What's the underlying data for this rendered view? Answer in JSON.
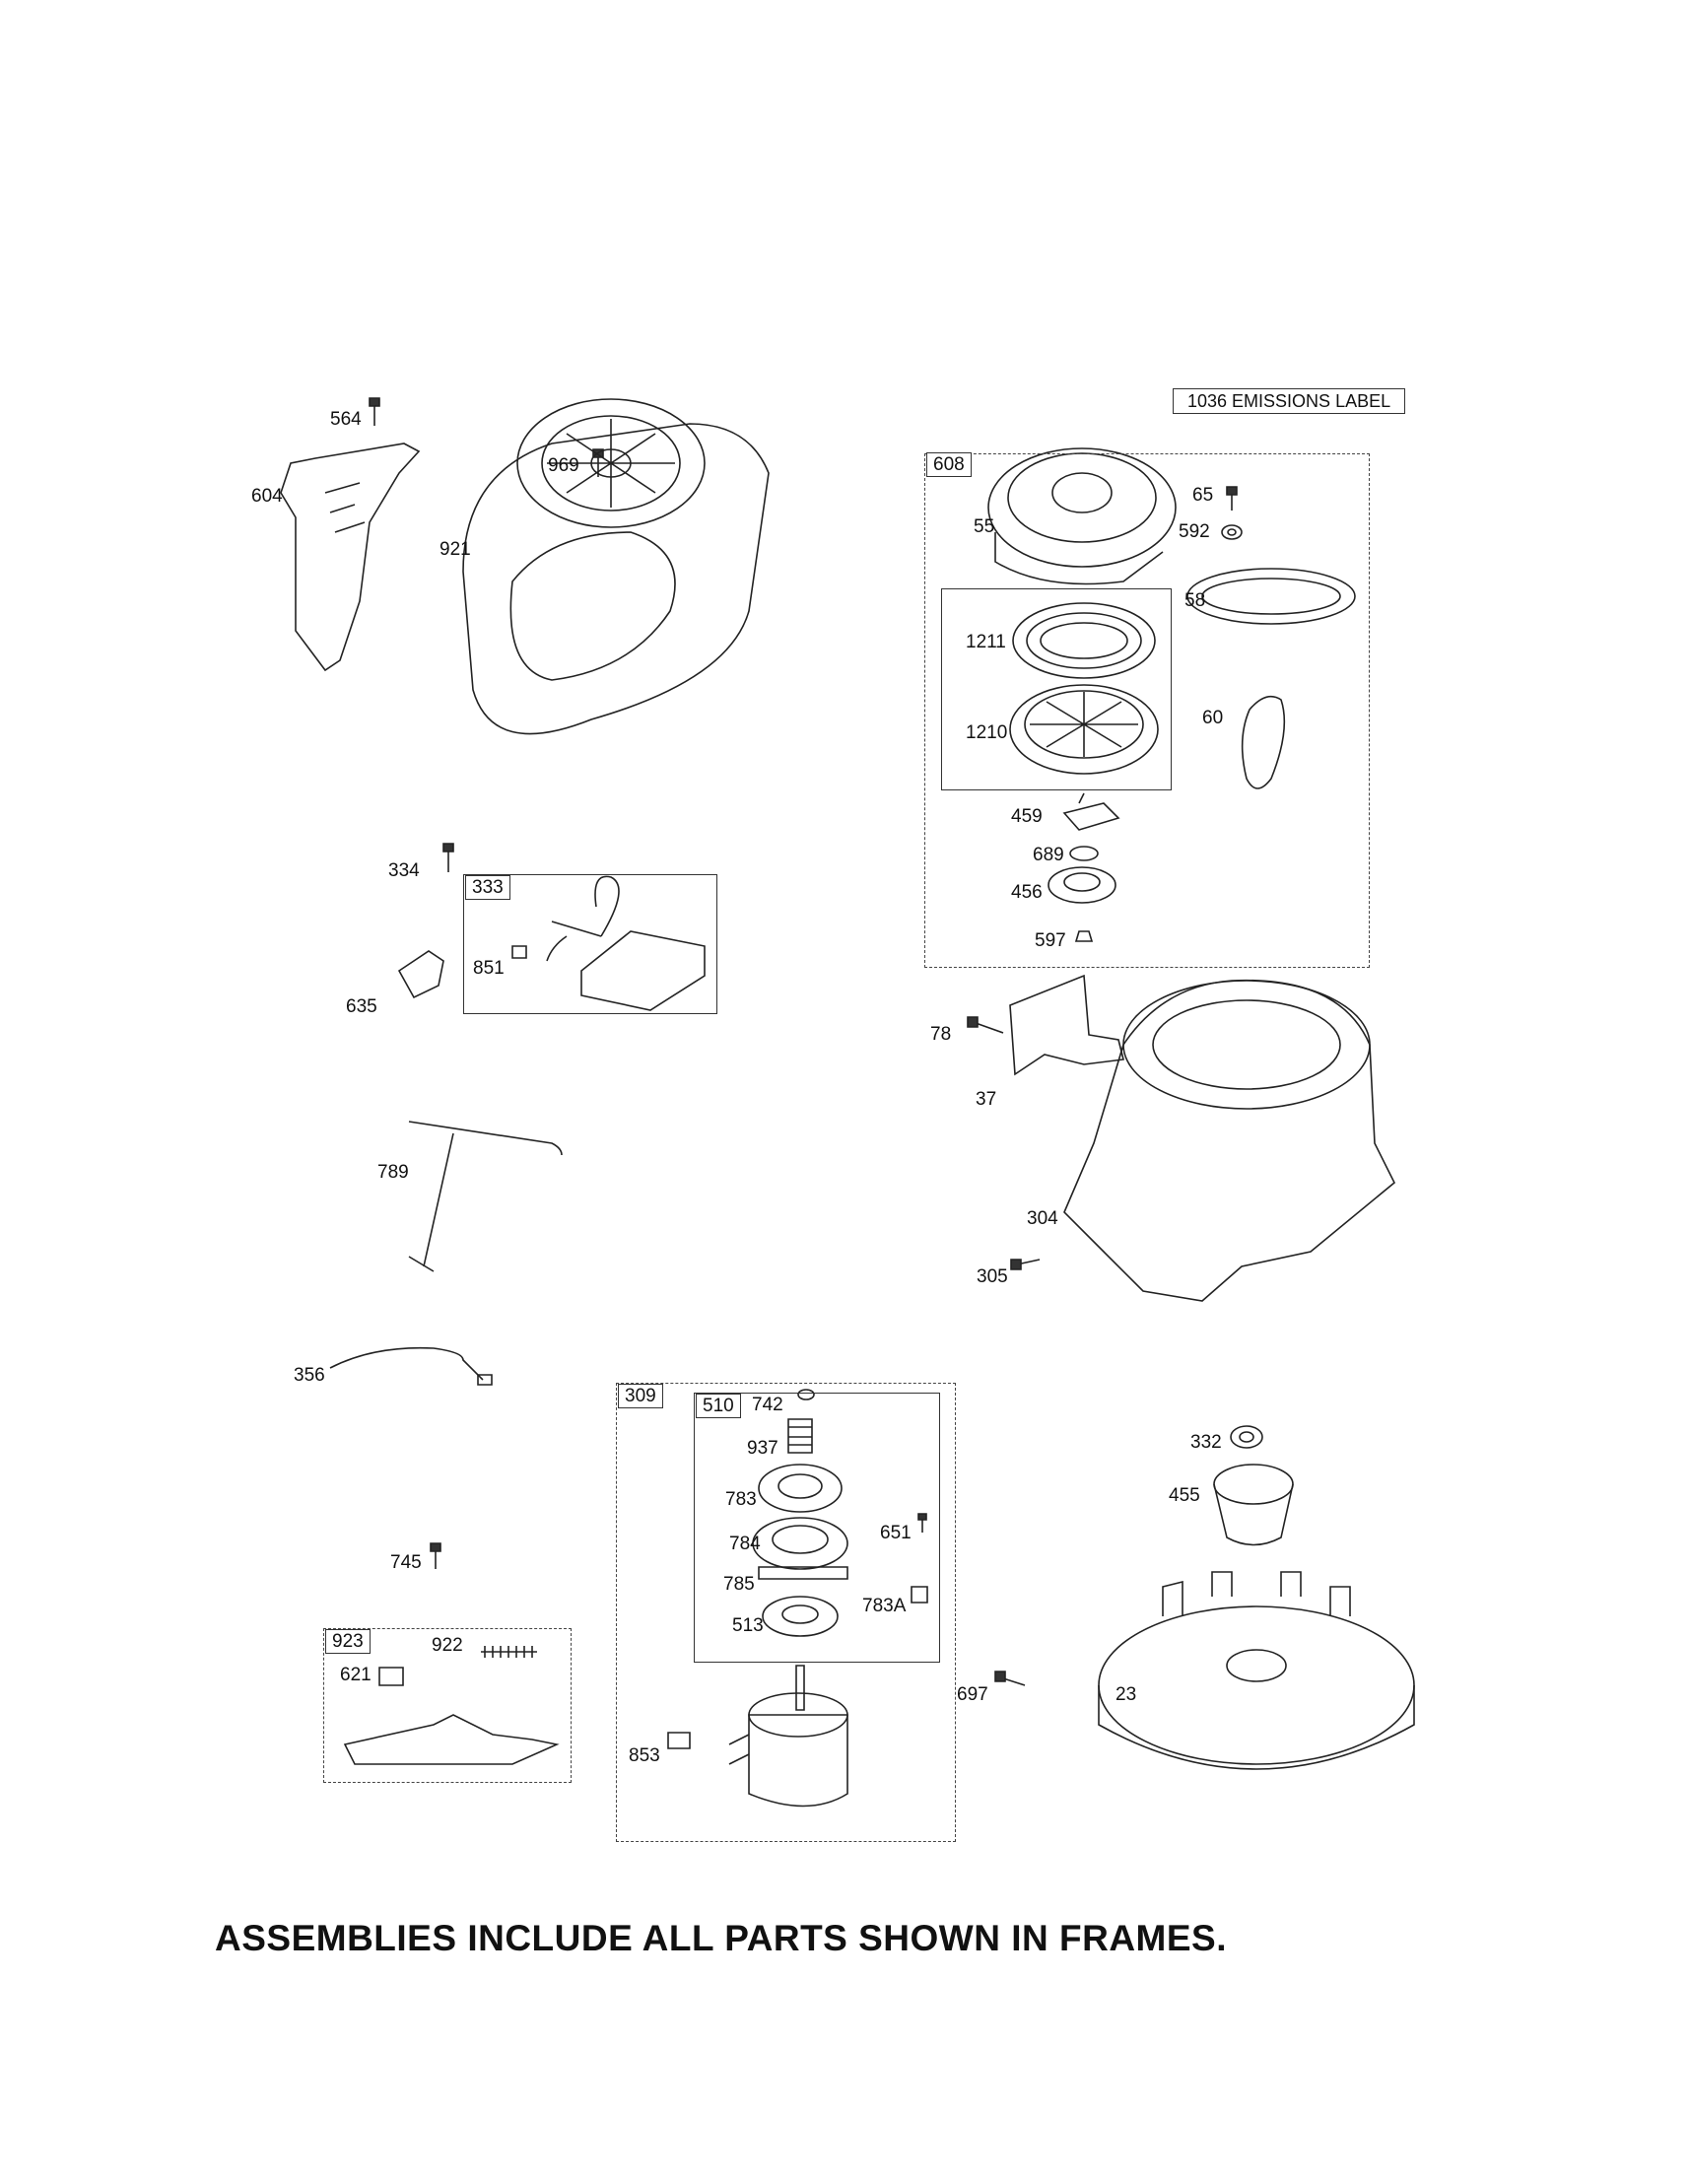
{
  "emissions_label": "1036 EMISSIONS LABEL",
  "footer": "ASSEMBLIES INCLUDE ALL PARTS SHOWN IN FRAMES.",
  "frames": {
    "f608": "608",
    "f333": "333",
    "f309": "309",
    "f510": "510",
    "f923": "923"
  },
  "parts": {
    "p564": "564",
    "p604": "604",
    "p969": "969",
    "p921": "921",
    "p65": "65",
    "p55": "55",
    "p592": "592",
    "p58": "58",
    "p1211": "1211",
    "p1210": "1210",
    "p60": "60",
    "p459": "459",
    "p689": "689",
    "p456": "456",
    "p597": "597",
    "p334": "334",
    "p851": "851",
    "p635": "635",
    "p78": "78",
    "p37": "37",
    "p304": "304",
    "p305": "305",
    "p789": "789",
    "p356": "356",
    "p742": "742",
    "p937": "937",
    "p783": "783",
    "p784": "784",
    "p651": "651",
    "p785": "785",
    "p513": "513",
    "p783a": "783A",
    "p853": "853",
    "p697": "697",
    "p332": "332",
    "p455": "455",
    "p23": "23",
    "p745": "745",
    "p922": "922",
    "p621": "621"
  }
}
